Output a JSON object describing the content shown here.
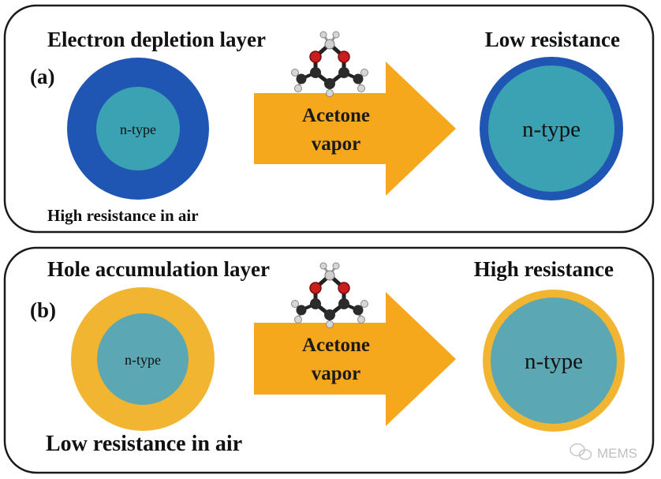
{
  "colors": {
    "depletion_blue": "#1f56b3",
    "accumulation_orange": "#f1b531",
    "core_teal": "#3aa2b2",
    "core_teal_light": "#5ba7b3",
    "arrow_orange": "#f5a81c",
    "frame": "#1a1a1a"
  },
  "panel_a": {
    "title": "Electron depletion layer",
    "panel_label": "(a)",
    "right_title": "Low resistance",
    "bottom_note": "High resistance in air",
    "left_core_label": "n-type",
    "arrow_line1": "Acetone",
    "arrow_line2": "vapor",
    "right_core_label": "n-type",
    "molecule_icon": "acetone-molecule-icon"
  },
  "panel_b": {
    "title": "Hole accumulation layer",
    "panel_label": "(b)",
    "right_title": "High resistance",
    "bottom_note": "Low resistance in air",
    "left_core_label": "n-type",
    "arrow_line1": "Acetone",
    "arrow_line2": "vapor",
    "right_core_label": "n-type",
    "molecule_icon": "acetone-molecule-icon"
  },
  "watermark": {
    "text": "MEMS",
    "icon": "wechat-icon"
  }
}
